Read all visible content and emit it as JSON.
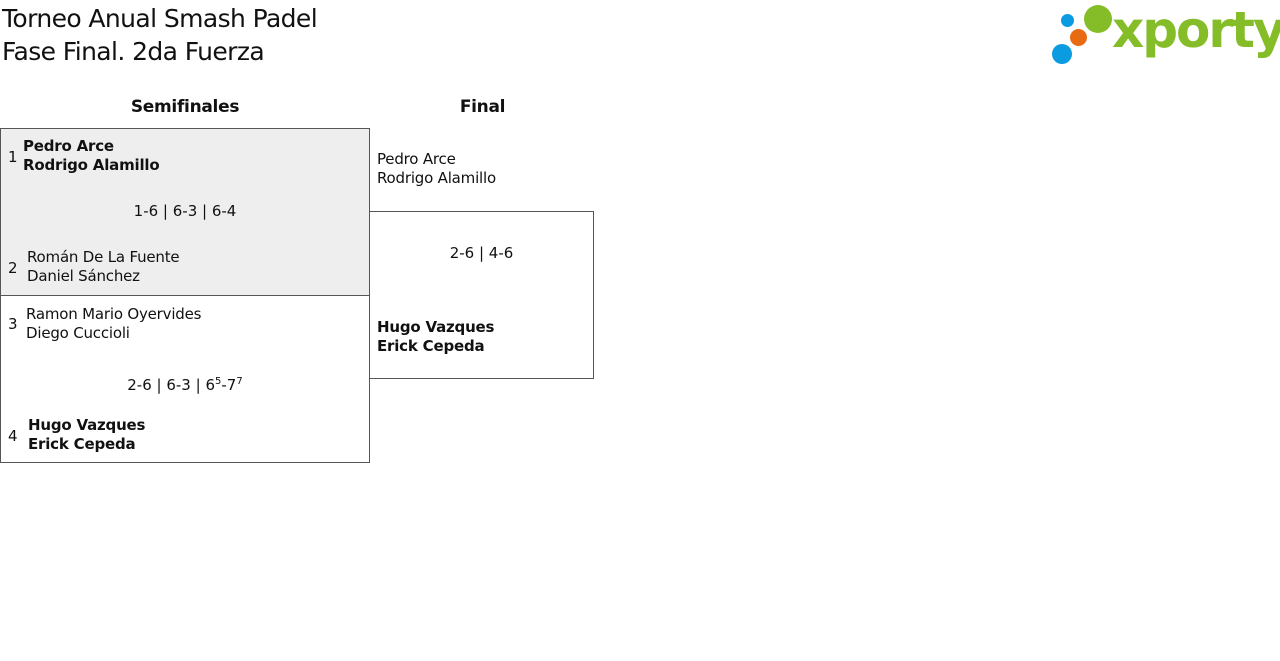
{
  "header": {
    "title_line1": "Torneo Anual Smash Padel",
    "title_line2": "Fase Final. 2da Fuerza"
  },
  "logo": {
    "text": "xporty",
    "colors": {
      "green": "#84bd27",
      "blue": "#0a9be0",
      "orange": "#e86b14"
    }
  },
  "rounds": {
    "semifinal_label": "Semifinales",
    "final_label": "Final"
  },
  "semifinals": [
    {
      "team_a": {
        "seed": "1",
        "player1": "Pedro Arce",
        "player2": "Rodrigo Alamillo",
        "winner": true
      },
      "score": "1-6 | 6-3 | 6-4",
      "team_b": {
        "seed": "2",
        "player1": "Román De La Fuente",
        "player2": "Daniel Sánchez",
        "winner": false
      }
    },
    {
      "team_a": {
        "seed": "3",
        "player1": "Ramon Mario Oyervides",
        "player2": "Diego Cuccioli",
        "winner": false
      },
      "score": {
        "prefix": "2-6 | 6-3 | 6",
        "sup1": "5",
        "mid": "-7",
        "sup2": "7"
      },
      "team_b": {
        "seed": "4",
        "player1": "Hugo Vazques",
        "player2": "Erick Cepeda",
        "winner": true
      }
    }
  ],
  "final": {
    "team_a": {
      "player1": "Pedro Arce",
      "player2": "Rodrigo Alamillo",
      "winner": false
    },
    "score": "2-6 | 4-6",
    "team_b": {
      "player1": "Hugo Vazques",
      "player2": "Erick Cepeda",
      "winner": true
    }
  }
}
